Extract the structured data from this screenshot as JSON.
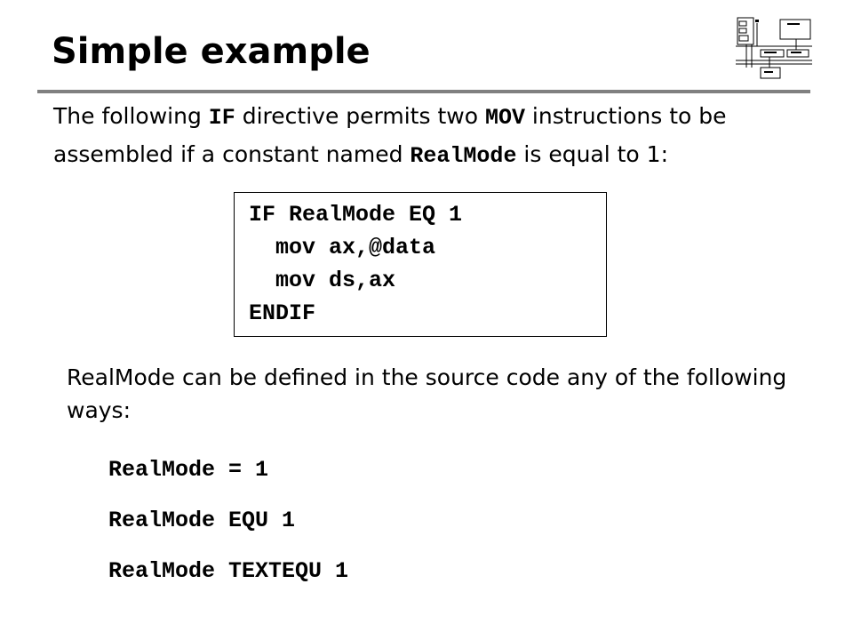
{
  "slide": {
    "title": "Simple example",
    "intro": {
      "t1": "The following ",
      "c1": "IF",
      "t2": " directive permits two ",
      "c2": "MOV",
      "t3": " instructions to be assembled if a constant named ",
      "c3": "RealMode",
      "t4": " is equal to 1:"
    },
    "code_lines": [
      "IF RealMode EQ 1",
      "  mov ax,@data",
      "  mov ds,ax",
      "ENDIF"
    ],
    "explanation": "RealMode can be defined in the source code any of the following ways:",
    "definitions": [
      "RealMode = 1",
      "RealMode EQU 1",
      "RealMode TEXTEQU 1"
    ]
  },
  "logo": {
    "icon": "computer-architecture-diagram-icon"
  },
  "colors": {
    "rule": "#808080",
    "text": "#000000"
  }
}
